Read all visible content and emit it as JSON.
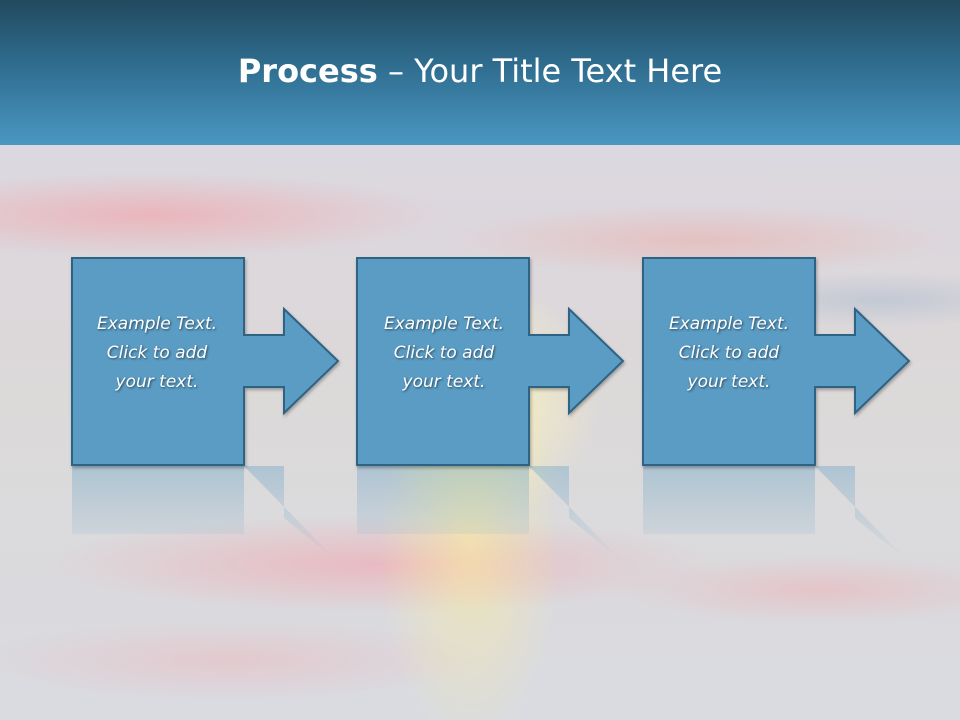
{
  "slide": {
    "title_bold": "Process",
    "title_rest": " – Your Title Text Here"
  },
  "steps": [
    {
      "line1": "Example Text.",
      "line2": "Click  to add",
      "line3": "your text."
    },
    {
      "line1": "Example Text.",
      "line2": "Click  to add",
      "line3": "your text."
    },
    {
      "line1": "Example Text.",
      "line2": "Click  to add",
      "line3": "your text."
    }
  ],
  "colors": {
    "header_top": "#22495f",
    "header_bottom": "#4a97c2",
    "box_fill": "#5a9cc4",
    "box_stroke": "#2f6483"
  }
}
